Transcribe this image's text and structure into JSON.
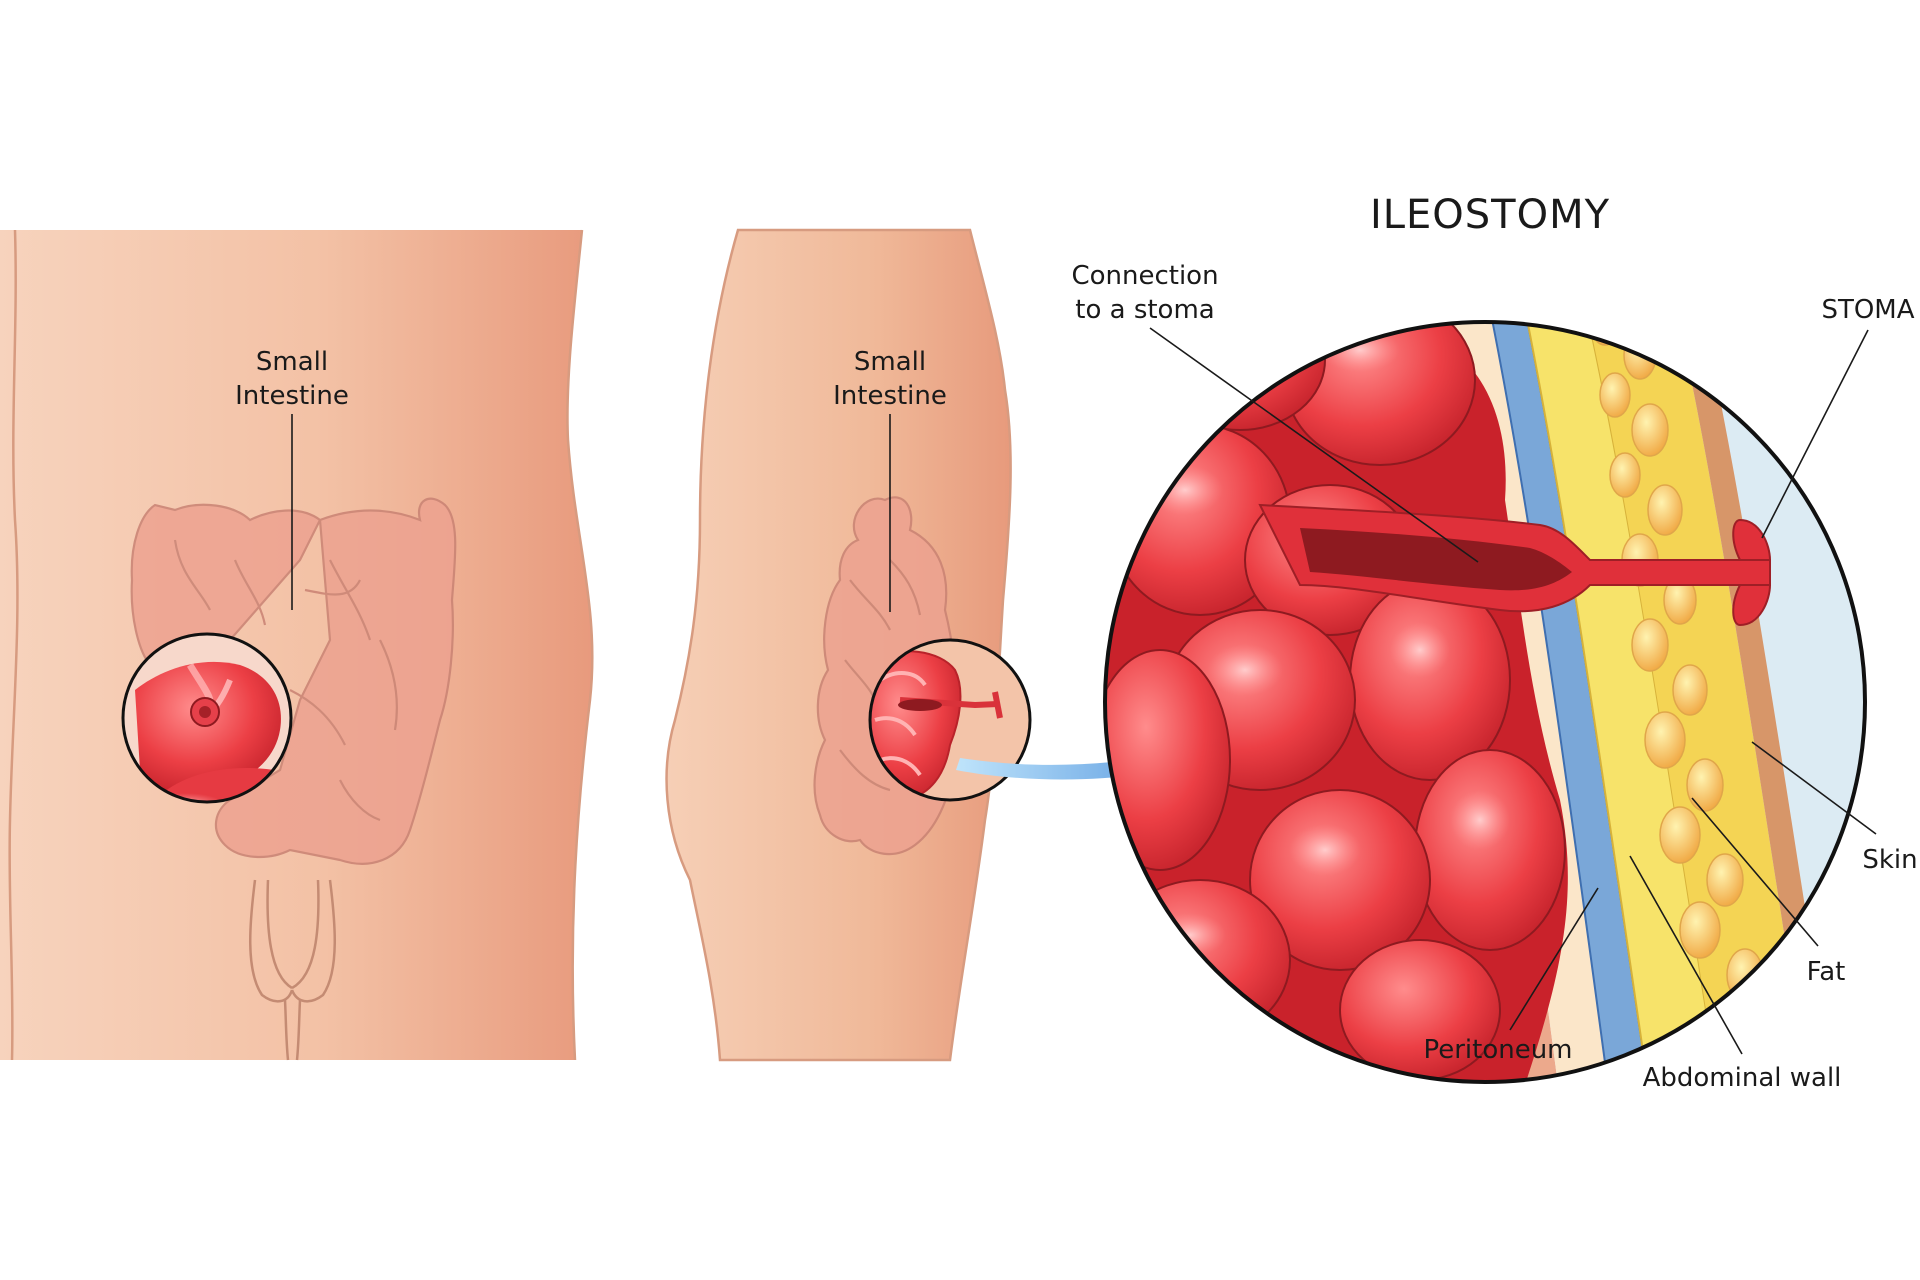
{
  "title": "ILEOSTOMY",
  "front_view": {
    "label_line1": "Small",
    "label_line2": "Intestine"
  },
  "side_view": {
    "label_line1": "Small",
    "label_line2": "Intestine"
  },
  "detail": {
    "connection_line1": "Connection",
    "connection_line2": "to a stoma",
    "stoma": "STOMA",
    "skin": "Skin",
    "fat": "Fat",
    "abdominal_wall": "Abdominal wall",
    "peritoneum": "Peritoneum"
  },
  "colors": {
    "skin_light": "#f6cdb3",
    "skin_dark": "#e99a7c",
    "intestine_red": "#e8383f",
    "intestine_dark": "#8e1a20",
    "fat_yellow": "#f5dc5a",
    "muscle_blue": "#5c8cc8",
    "arrow_blue": "#2e7fd6"
  }
}
